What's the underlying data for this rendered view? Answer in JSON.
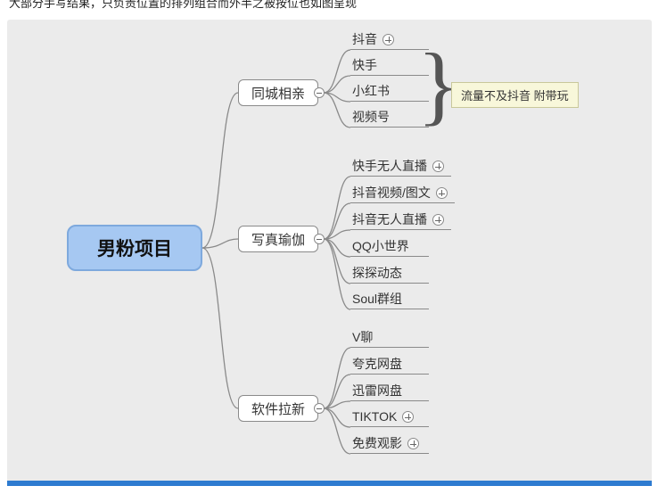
{
  "window": {
    "top_text": "大部分手写结果，只负责位置的排列组合而外半之被按位也如图呈现",
    "accent_bar_color": "#2e7bd0"
  },
  "map": {
    "root": {
      "label": "男粉项目"
    },
    "branches": [
      {
        "label": "同城相亲",
        "summary_note": "流量不及抖音 附带玩",
        "children": [
          {
            "label": "抖音"
          },
          {
            "label": "快手"
          },
          {
            "label": "小红书"
          },
          {
            "label": "视频号"
          }
        ]
      },
      {
        "label": "写真瑜伽",
        "children": [
          {
            "label": "快手无人直播"
          },
          {
            "label": "抖音视频/图文"
          },
          {
            "label": "抖音无人直播"
          },
          {
            "label": "QQ小世界"
          },
          {
            "label": "探探动态"
          },
          {
            "label": "Soul群组"
          }
        ]
      },
      {
        "label": "软件拉新",
        "children": [
          {
            "label": "V聊"
          },
          {
            "label": "夸克网盘"
          },
          {
            "label": "迅雷网盘"
          },
          {
            "label": "TIKTOK"
          },
          {
            "label": "免费观影"
          }
        ]
      }
    ]
  },
  "colors": {
    "root_fill": "#a6c8f2",
    "root_border": "#7ea9dd",
    "canvas": "#ebebeb",
    "line": "#8a8a8a",
    "note_fill": "#f8f7da"
  }
}
